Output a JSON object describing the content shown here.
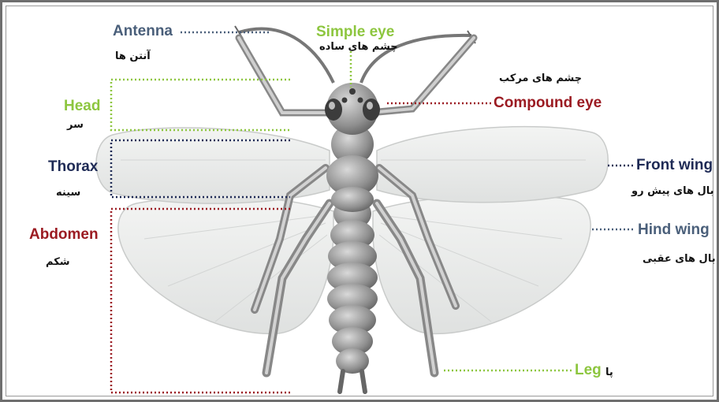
{
  "colors": {
    "green": "#8dc63f",
    "navy": "#1e2a55",
    "red": "#9b1b22",
    "slate": "#4a5f7a"
  },
  "labels": {
    "antenna": {
      "en": "Antenna",
      "fa": "آنتن ها"
    },
    "simple_eye": {
      "en": "Simple eye",
      "fa": "چشم های ساده"
    },
    "compound_eye": {
      "en": "Compound eye",
      "fa": "چشم های مرکب"
    },
    "head": {
      "en": "Head",
      "fa": "سر"
    },
    "thorax": {
      "en": "Thorax",
      "fa": "سینه"
    },
    "abdomen": {
      "en": "Abdomen",
      "fa": "شکم"
    },
    "front_wing": {
      "en": "Front wing",
      "fa": "بال های پیش رو"
    },
    "hind_wing": {
      "en": "Hind wing",
      "fa": "بال های عقبی"
    },
    "leg": {
      "en": "Leg",
      "fa": "پا"
    }
  }
}
